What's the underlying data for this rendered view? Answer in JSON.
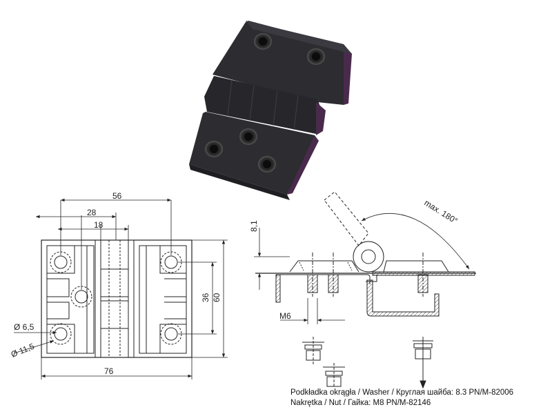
{
  "dimensions": {
    "width_56": "56",
    "width_28": "28",
    "width_18": "18",
    "height_36": "36",
    "height_60": "60",
    "width_76": "76",
    "hole_small": "Ø 6,5",
    "hole_large": "Ø 11,5",
    "offset": "8,1",
    "thread": "M6",
    "angle": "max. 180°"
  },
  "notes": {
    "washer": "Podkładka okrągła / Washer / Круглая шайба:   8.3 PN/M-82006",
    "nut": "Nakrętka / Nut / Гайка:   M8 PN/M-82146"
  },
  "colors": {
    "body": "#2b2b30",
    "edge": "#4a2a4c",
    "line": "#222222"
  }
}
